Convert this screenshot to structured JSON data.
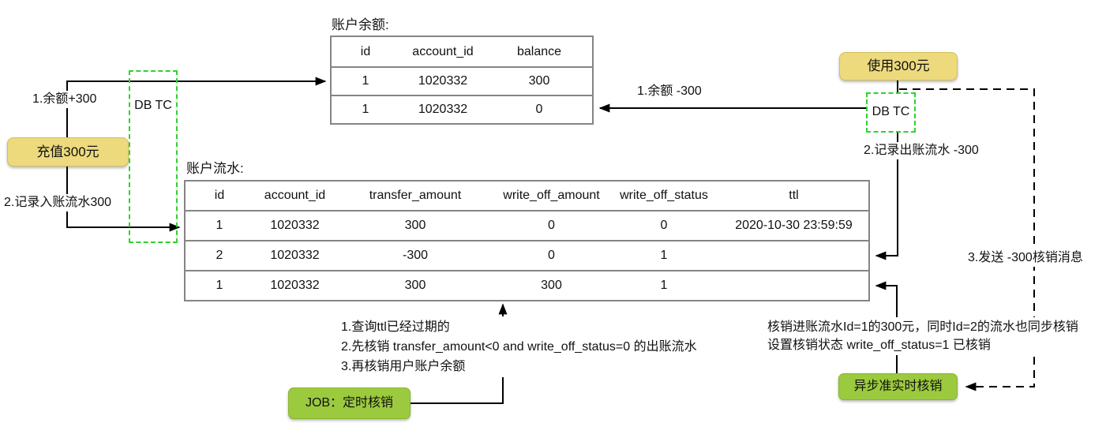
{
  "balance_table": {
    "title": "账户余额:",
    "headers": [
      "id",
      "account_id",
      "balance"
    ],
    "rows": [
      [
        "1",
        "1020332",
        "300"
      ],
      [
        "1",
        "1020332",
        "0"
      ]
    ]
  },
  "flow_table": {
    "title": "账户流水:",
    "headers": [
      "id",
      "account_id",
      "transfer_amount",
      "write_off_amount",
      "write_off_status",
      "ttl"
    ],
    "rows": [
      [
        "1",
        "1020332",
        "300",
        "0",
        "0",
        "2020-10-30 23:59:59"
      ],
      [
        "2",
        "1020332",
        "-300",
        "0",
        "1",
        ""
      ],
      [
        "1",
        "1020332",
        "300",
        "300",
        "1",
        ""
      ]
    ]
  },
  "boxes": {
    "recharge": "充值300元",
    "spend": "使用300元",
    "db_tc_left": "DB TC",
    "db_tc_right": "DB TC",
    "job": "JOB：定时核销",
    "async_writeoff": "异步准实时核销"
  },
  "labels": {
    "left_step1": "1.余额+300",
    "left_step2": "2.记录入账流水300",
    "right_step1": "1.余额 -300",
    "right_step2": "2.记录出账流水 -300",
    "right_step3": "3.发送 -300核销消息"
  },
  "notes": {
    "job_note": [
      "1.查询ttl已经过期的",
      "2.先核销 transfer_amount<0 and write_off_status=0 的出账流水",
      "3.再核销用户账户余额"
    ],
    "async_note": [
      "核销进账流水Id=1的300元，同时Id=2的流水也同步核销",
      "设置核销状态 write_off_status=1 已核销"
    ]
  },
  "colors": {
    "yellow_fill": "#edda7d",
    "yellow_border": "#d2bf5c",
    "green_fill": "#9cca3e",
    "green_border": "#8ab52e",
    "dashed_green": "#2ed32e",
    "table_border": "#858585",
    "connector_line": "#000000",
    "background": "#ffffff"
  }
}
